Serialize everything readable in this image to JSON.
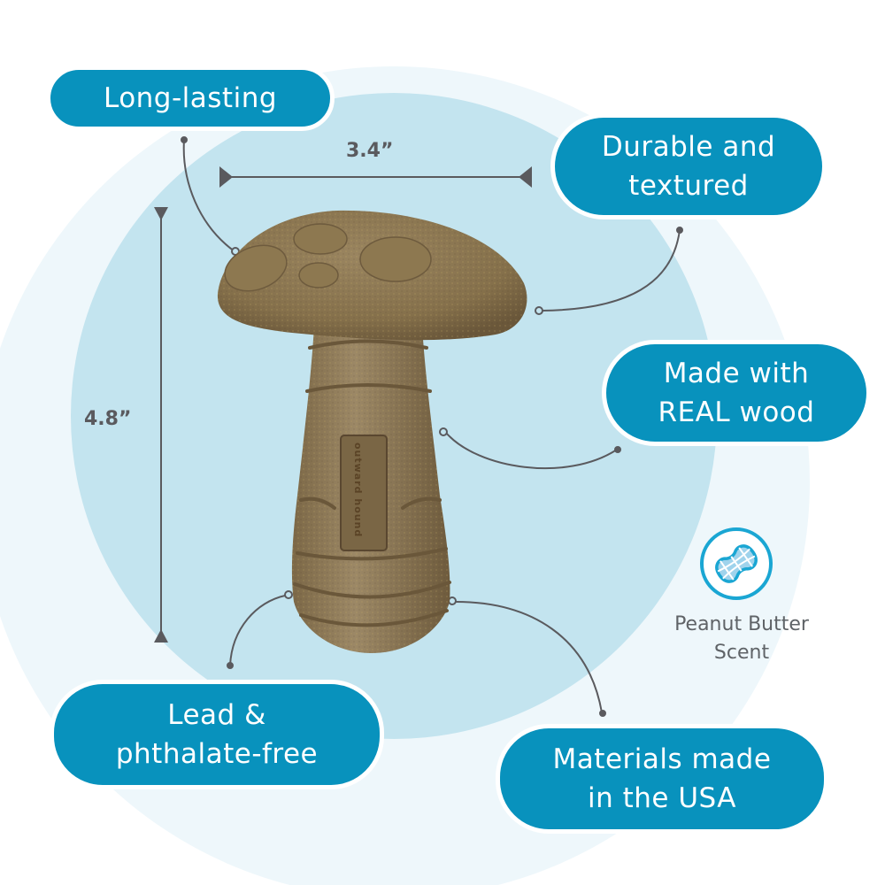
{
  "colors": {
    "pill_fill": "#0892bd",
    "pill_text": "#ffffff",
    "outer_circle": "#eef7fb",
    "inner_circle": "#c3e4ef",
    "dimension_color": "#5a5a5e",
    "connector_color": "#5a5a5e",
    "product_brown": "#8a7552",
    "icon_ring": "#1aa6d3",
    "icon_fill": "#9fd3ec"
  },
  "features": {
    "long_lasting": {
      "lines": [
        "Long-lasting"
      ]
    },
    "durable": {
      "lines": [
        "Durable and",
        "textured"
      ]
    },
    "real_wood": {
      "lines": [
        "Made with",
        "REAL wood"
      ]
    },
    "lead_free": {
      "lines": [
        "Lead &",
        "phthalate-free"
      ]
    },
    "usa": {
      "lines": [
        "Materials made",
        "in the USA"
      ]
    }
  },
  "dimensions": {
    "width": "3.4”",
    "height": "4.8”"
  },
  "scent": {
    "icon": "peanut-icon",
    "lines": [
      "Peanut Butter",
      "Scent"
    ]
  },
  "product": {
    "name": "mushroom-chew-toy",
    "brand_lines": [
      "outward",
      "hound"
    ]
  }
}
